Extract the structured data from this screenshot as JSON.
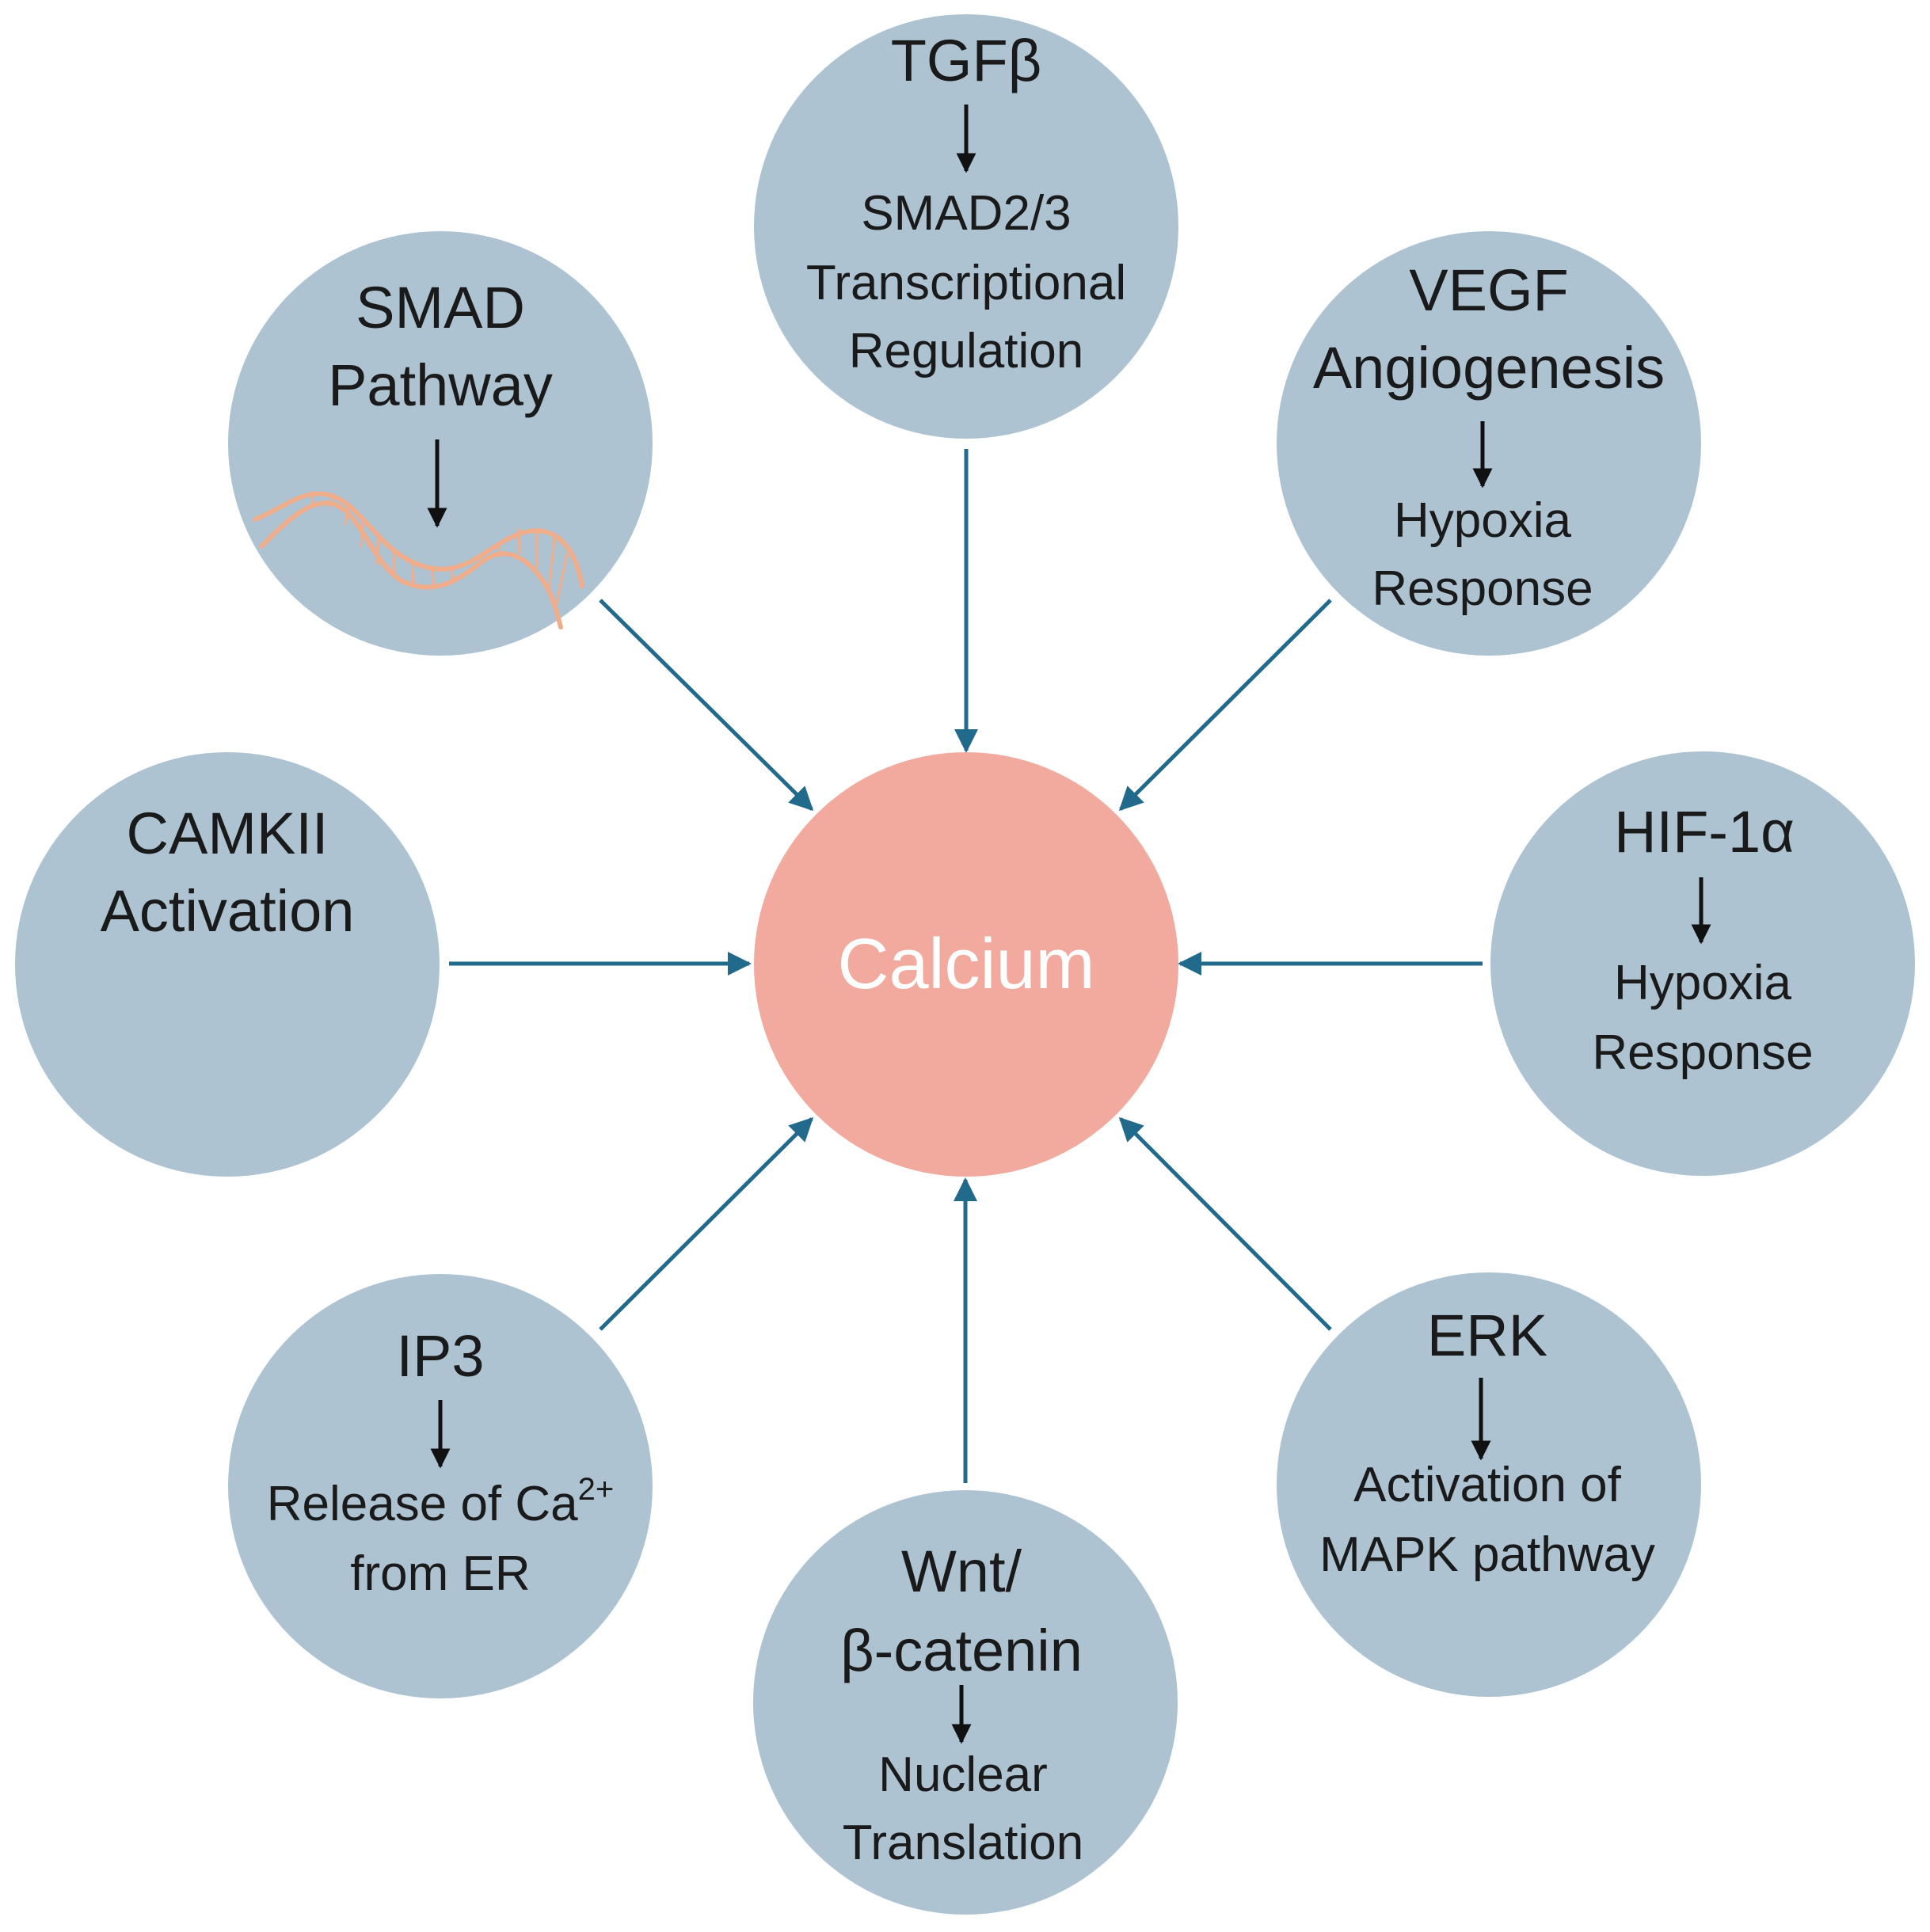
{
  "colors": {
    "node_fill": "#adc3d2",
    "center_fill": "#f2aa9f",
    "connector": "#226a8c",
    "inner_arrow": "#111111",
    "dna": "#f0ad8c"
  },
  "center": {
    "label": "Calcium"
  },
  "nodes": {
    "tgfb": {
      "line1": "TGFβ",
      "line2": "SMAD2/3",
      "line3": "Transcriptional",
      "line4": "Regulation"
    },
    "vegf": {
      "line1": "VEGF",
      "line2": "Angiogenesis",
      "line3": "Hypoxia",
      "line4": "Response"
    },
    "hif": {
      "line1": "HIF-1α",
      "line2": "Hypoxia",
      "line3": "Response"
    },
    "erk": {
      "line1": "ERK",
      "line2": "Activation of",
      "line3": "MAPK pathway"
    },
    "wnt": {
      "line1": "Wnt/",
      "line2": "β-catenin",
      "line3": "Nuclear",
      "line4": "Translation"
    },
    "ip3": {
      "line1": "IP3",
      "line2": "Release of Ca",
      "line2_sup": "2+",
      "line3": "from ER"
    },
    "camkii": {
      "line1": "CAMKII",
      "line2": "Activation"
    },
    "smad": {
      "line1": "SMAD",
      "line2": "Pathway",
      "icon": "dna-helix-icon"
    }
  }
}
